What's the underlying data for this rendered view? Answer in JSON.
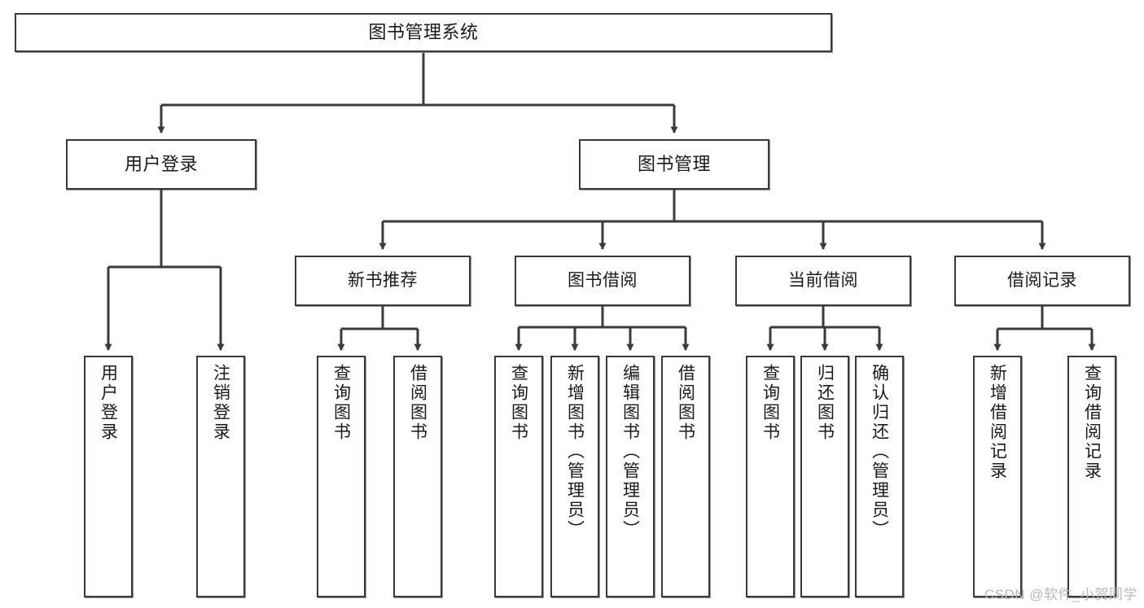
{
  "diagram": {
    "title": "图书管理系统",
    "type": "tree-hierarchy-chart",
    "watermark": "CSDN @软件_小贺同学",
    "accent_color": "#3a3a3a",
    "background_color": "#ffffff",
    "nodes": {
      "root": {
        "label": "图书管理系统"
      },
      "level2": [
        {
          "label": "用户登录"
        },
        {
          "label": "图书管理"
        }
      ],
      "level3": [
        {
          "label": "新书推荐"
        },
        {
          "label": "图书借阅"
        },
        {
          "label": "当前借阅"
        },
        {
          "label": "借阅记录"
        }
      ],
      "leaves": {
        "user_login": [
          {
            "label": "用户登录"
          },
          {
            "label": "注销登录"
          }
        ],
        "new_book_recommend": [
          {
            "label": "查询图书"
          },
          {
            "label": "借阅图书"
          }
        ],
        "book_borrow": [
          {
            "label": "查询图书"
          },
          {
            "label": "新增图书（管理员）"
          },
          {
            "label": "编辑图书（管理员）"
          },
          {
            "label": "借阅图书"
          }
        ],
        "current_borrow": [
          {
            "label": "查询图书"
          },
          {
            "label": "归还图书"
          },
          {
            "label": "确认归还（管理员）"
          }
        ],
        "borrow_records": [
          {
            "label": "新增借阅记录"
          },
          {
            "label": "查询借阅记录"
          }
        ]
      }
    }
  }
}
